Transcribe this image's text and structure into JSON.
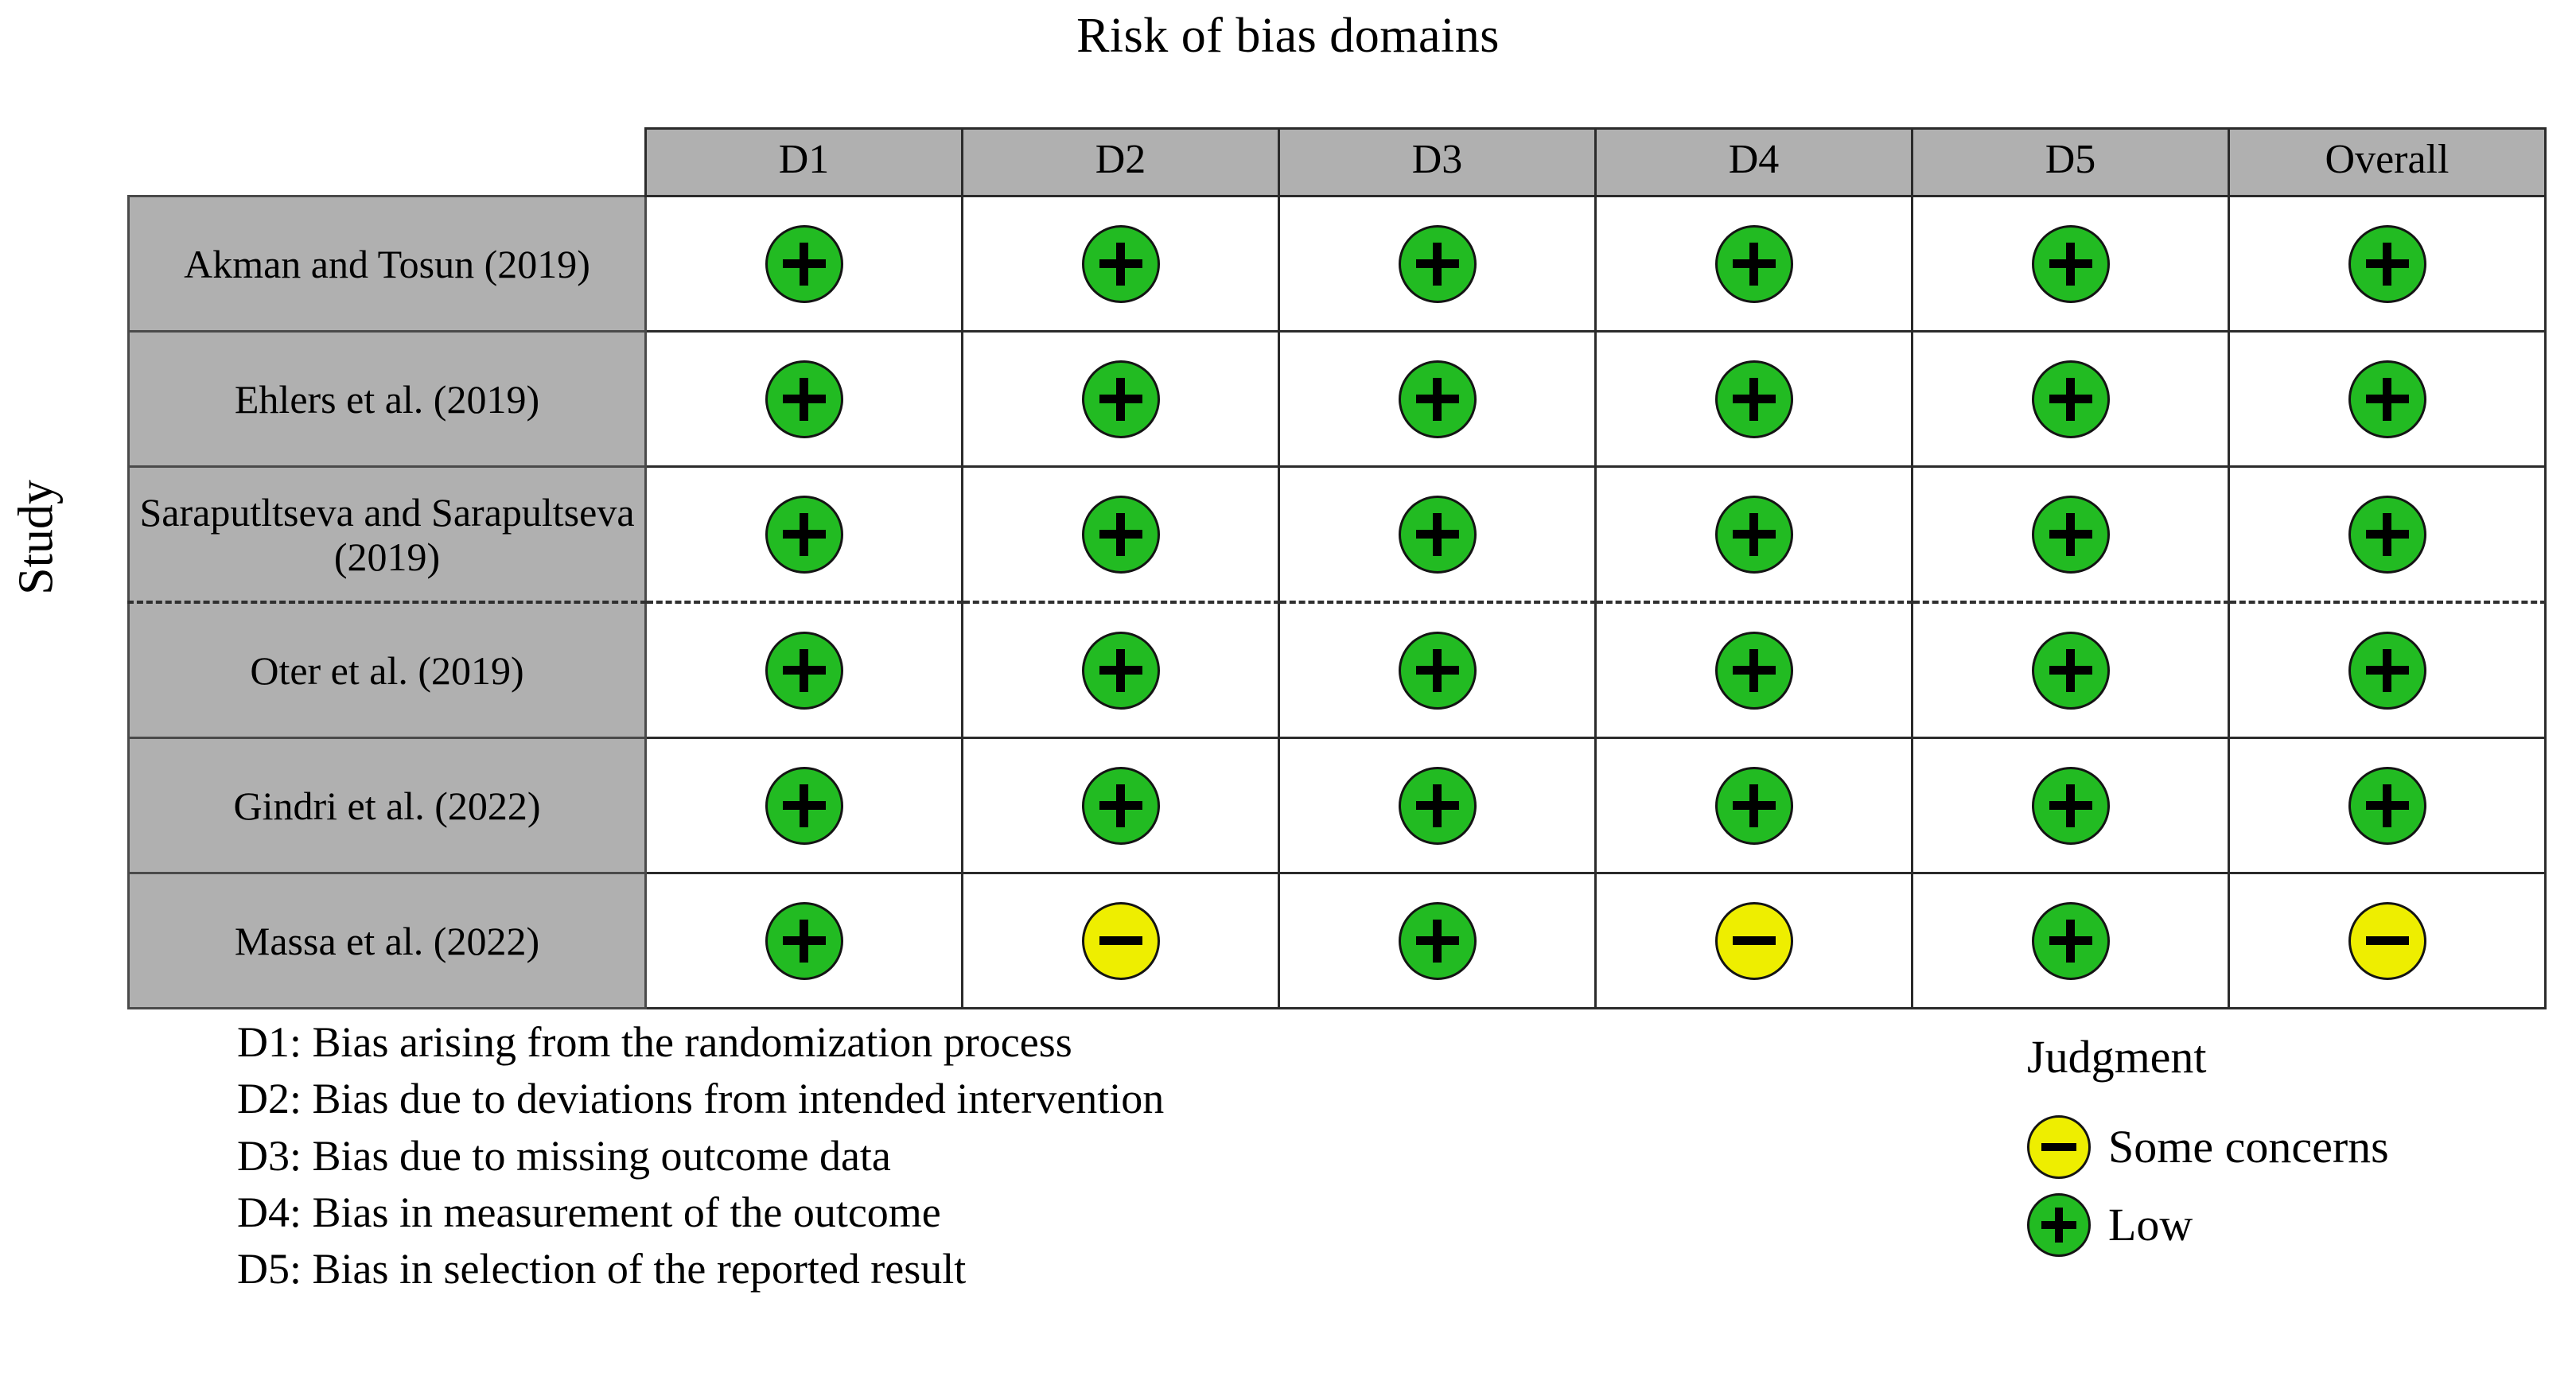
{
  "title": "Risk of bias domains",
  "axis_label_y": "Study",
  "colors": {
    "low": "#22bb22",
    "some_concerns": "#eeee00",
    "header_fill": "#b0b0b0",
    "grid_line": "#2b2b2b"
  },
  "chart_data": {
    "type": "table",
    "title": "Risk of bias domains",
    "xlabel": "",
    "ylabel": "Study",
    "columns": [
      "D1",
      "D2",
      "D3",
      "D4",
      "D5",
      "Overall"
    ],
    "row_label_header": "Study",
    "rows": [
      {
        "study": "Akman and Tosun (2019)",
        "judgements": [
          "low",
          "low",
          "low",
          "low",
          "low",
          "low"
        ],
        "glyphs": [
          "+",
          "+",
          "+",
          "+",
          "+",
          "+"
        ]
      },
      {
        "study": "Ehlers et al. (2019)",
        "judgements": [
          "low",
          "low",
          "low",
          "low",
          "low",
          "low"
        ],
        "glyphs": [
          "+",
          "+",
          "+",
          "+",
          "+",
          "+"
        ]
      },
      {
        "study": "Saraputltseva and Sarapultseva (2019)",
        "judgements": [
          "low",
          "low",
          "low",
          "low",
          "low",
          "low"
        ],
        "glyphs": [
          "+",
          "+",
          "+",
          "+",
          "+",
          "+"
        ]
      },
      {
        "study": "Oter et al. (2019)",
        "judgements": [
          "low",
          "low",
          "low",
          "low",
          "low",
          "low"
        ],
        "glyphs": [
          "+",
          "+",
          "+",
          "+",
          "+",
          "+"
        ]
      },
      {
        "study": "Gindri et al. (2022)",
        "judgements": [
          "low",
          "low",
          "low",
          "low",
          "low",
          "low"
        ],
        "glyphs": [
          "+",
          "+",
          "+",
          "+",
          "+",
          "+"
        ]
      },
      {
        "study": "Massa et al. (2022)",
        "judgements": [
          "low",
          "some_concerns",
          "low",
          "some_concerns",
          "low",
          "some_concerns"
        ],
        "glyphs": [
          "+",
          "-",
          "+",
          "-",
          "+",
          "-"
        ]
      }
    ],
    "legend": {
      "title": "Judgment",
      "entries": [
        {
          "key": "some_concerns",
          "label": "Some concerns",
          "glyph": "-",
          "color": "#eeee00"
        },
        {
          "key": "low",
          "label": "Low",
          "glyph": "+",
          "color": "#22bb22"
        }
      ],
      "position": "bottom-right"
    },
    "domain_definitions": [
      "D1: Bias arising from the randomization process",
      "D2: Bias due to deviations from intended intervention",
      "D3: Bias due to missing outcome data",
      "D4: Bias in measurement of the outcome",
      "D5: Bias in selection of the reported result"
    ]
  }
}
